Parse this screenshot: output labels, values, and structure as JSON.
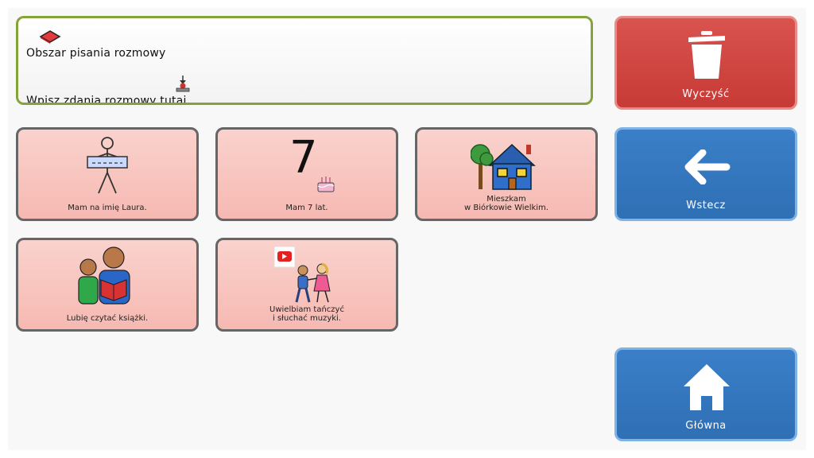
{
  "message_bar": {
    "title": "Obszar pisania rozmowy",
    "hint": "Wpisz zdania rozmowy tutaj."
  },
  "tiles": [
    {
      "label": "Mam na imię Laura.",
      "icon": "person-name-sign-icon"
    },
    {
      "label": "Mam 7 lat.",
      "icon": "age-seven-cake-icon",
      "number": "7"
    },
    {
      "label": "Mieszkam\nw Biórkowie Wielkim.",
      "icon": "house-tree-icon"
    },
    {
      "label": "Lubię czytać książki.",
      "icon": "people-reading-icon"
    },
    {
      "label": "Uwielbiam tańczyć\ni słuchać muzyki.",
      "icon": "dancing-music-icon"
    }
  ],
  "controls": {
    "clear": {
      "label": "Wyczyść",
      "icon": "trash-icon"
    },
    "back": {
      "label": "Wstecz",
      "icon": "arrow-left-icon"
    },
    "home": {
      "label": "Główna",
      "icon": "home-icon"
    }
  },
  "colors": {
    "textarea_border": "#86a33b",
    "tile_bg": "#f6b9b2",
    "tile_border": "#666666",
    "clear_bg": "#d9534f",
    "nav_bg": "#3a7fc8"
  }
}
